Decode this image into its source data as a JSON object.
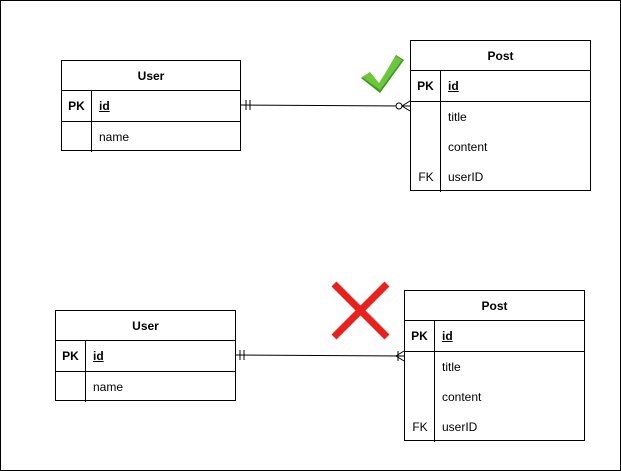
{
  "diagrams": {
    "correct": {
      "user": {
        "title": "User",
        "rows": [
          {
            "key": "PK",
            "field": "id"
          },
          {
            "key": "",
            "field": "name"
          }
        ]
      },
      "post": {
        "title": "Post",
        "rows": [
          {
            "key": "PK",
            "field": "id"
          },
          {
            "key": "",
            "field": "title"
          },
          {
            "key": "",
            "field": "content"
          },
          {
            "key": "FK",
            "field": "userID"
          }
        ]
      },
      "relationship": "one-and-only-one to zero-or-many",
      "verdict_icon": "checkmark-icon",
      "verdict_color": "#5cb82a"
    },
    "incorrect": {
      "user": {
        "title": "User",
        "rows": [
          {
            "key": "PK",
            "field": "id"
          },
          {
            "key": "",
            "field": "name"
          }
        ]
      },
      "post": {
        "title": "Post",
        "rows": [
          {
            "key": "PK",
            "field": "id"
          },
          {
            "key": "",
            "field": "title"
          },
          {
            "key": "",
            "field": "content"
          },
          {
            "key": "FK",
            "field": "userID"
          }
        ]
      },
      "relationship": "one-and-only-one to many",
      "verdict_icon": "cross-icon",
      "verdict_color": "#e8211d"
    }
  }
}
